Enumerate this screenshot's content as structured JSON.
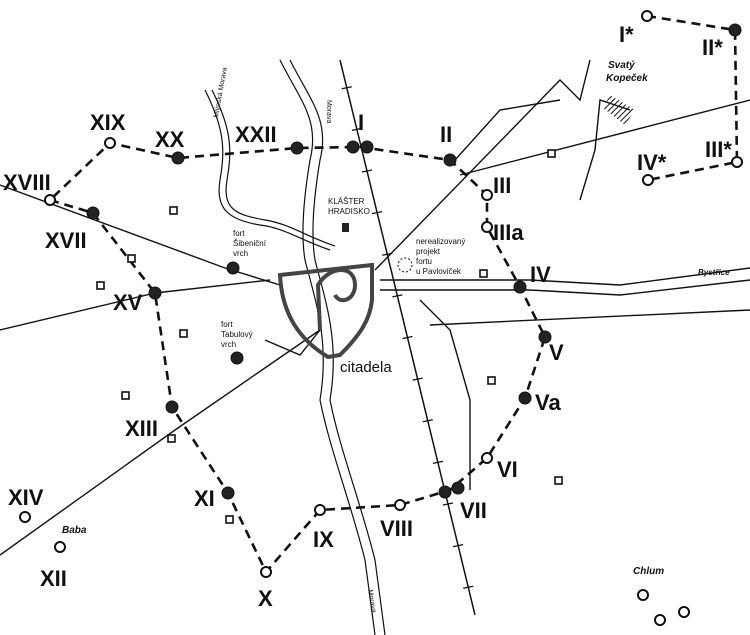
{
  "map": {
    "forts": [
      "I",
      "II",
      "III",
      "IIIa",
      "IV",
      "V",
      "Va",
      "VI",
      "VII",
      "VIII",
      "IX",
      "X",
      "XI",
      "XII",
      "XIII",
      "XIV",
      "XV",
      "XVII",
      "XVIII",
      "XIX",
      "XX",
      "XXII"
    ],
    "outer_forts": [
      "I*",
      "II*",
      "III*",
      "IV*"
    ],
    "places": {
      "citadela": "citadela",
      "klaster_1": "KLÁŠTER",
      "klaster_2": "HRADISKO",
      "sibenicni_1": "fort",
      "sibenicni_2": "Šibeniční",
      "sibenicni_3": "vrch",
      "tabulovy_1": "fort",
      "tabulovy_2": "Tabulový",
      "tabulovy_3": "vrch",
      "pavlovicky_1": "nerealizovaný",
      "pavlovicky_2": "projekt",
      "pavlovicky_3": "fortu",
      "pavlovicky_4": "u Pavloviček",
      "svaty_1": "Svatý",
      "svaty_2": "Kopeček",
      "bystrice": "Bystřice",
      "baba": "Baba",
      "chlum": "Chlum"
    },
    "rivers": {
      "morava_north": "Morava",
      "mlynska": "Mlýnská Morava",
      "morava_south": "Morava"
    }
  }
}
